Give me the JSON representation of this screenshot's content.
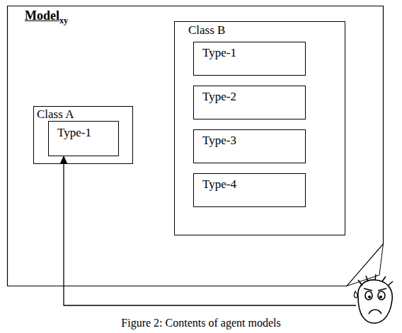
{
  "diagram": {
    "caption": "Figure 2: Contents of agent models",
    "nodes": [
      {
        "text": [
          "Model",
          "xy"
        ]
      },
      {
        "text": [
          "Class A"
        ],
        "in": 0
      },
      {
        "text": [
          "Type-1"
        ],
        "in": 1
      },
      {
        "text": [
          "Class B"
        ],
        "in": 0
      },
      {
        "text": [
          "Type-1"
        ],
        "in": 3
      },
      {
        "text": [
          "Type-2"
        ],
        "in": 3
      },
      {
        "text": [
          "Type-3"
        ],
        "in": 3
      },
      {
        "text": [
          "Type-4"
        ],
        "in": 3
      }
    ]
  }
}
